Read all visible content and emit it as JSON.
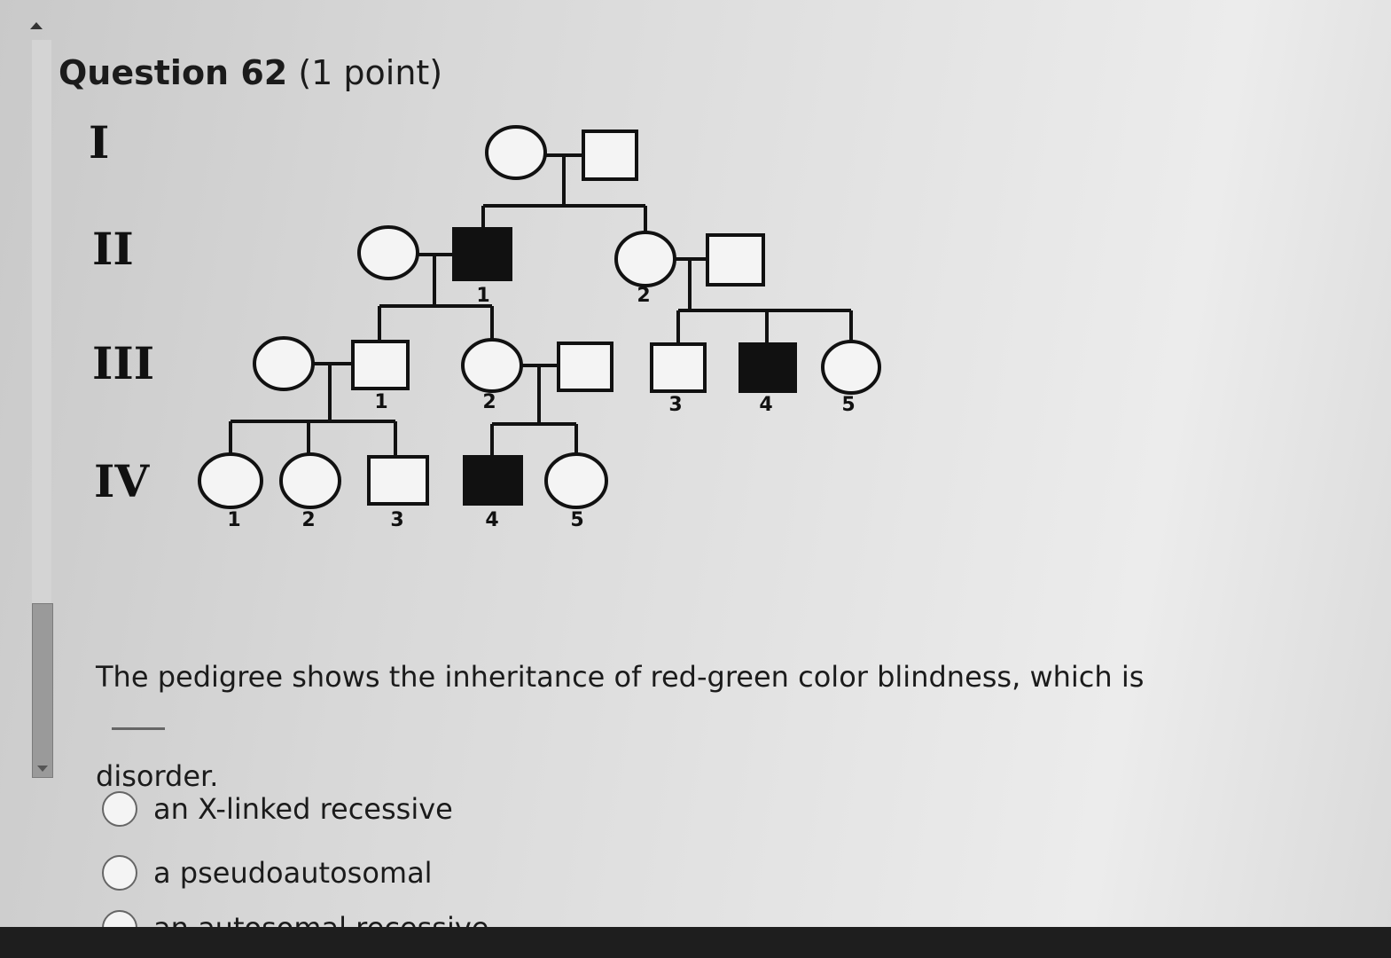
{
  "question": {
    "title": "Question 62",
    "points": "(1 point)",
    "prompt": "The pedigree shows the inheritance of red-green color blindness, which is",
    "prompt_end": "disorder."
  },
  "pedigree": {
    "generations": [
      "I",
      "II",
      "III",
      "IV"
    ],
    "numbers": {
      "II": [
        "1",
        "2"
      ],
      "III": [
        "1",
        "2",
        "3",
        "4",
        "5"
      ],
      "IV": [
        "1",
        "2",
        "3",
        "4",
        "5"
      ]
    }
  },
  "options": [
    {
      "label": "an X-linked recessive",
      "selected": false
    },
    {
      "label": "a pseudoautosomal",
      "selected": false
    },
    {
      "label": "an autosomal recessive",
      "selected": false
    }
  ]
}
